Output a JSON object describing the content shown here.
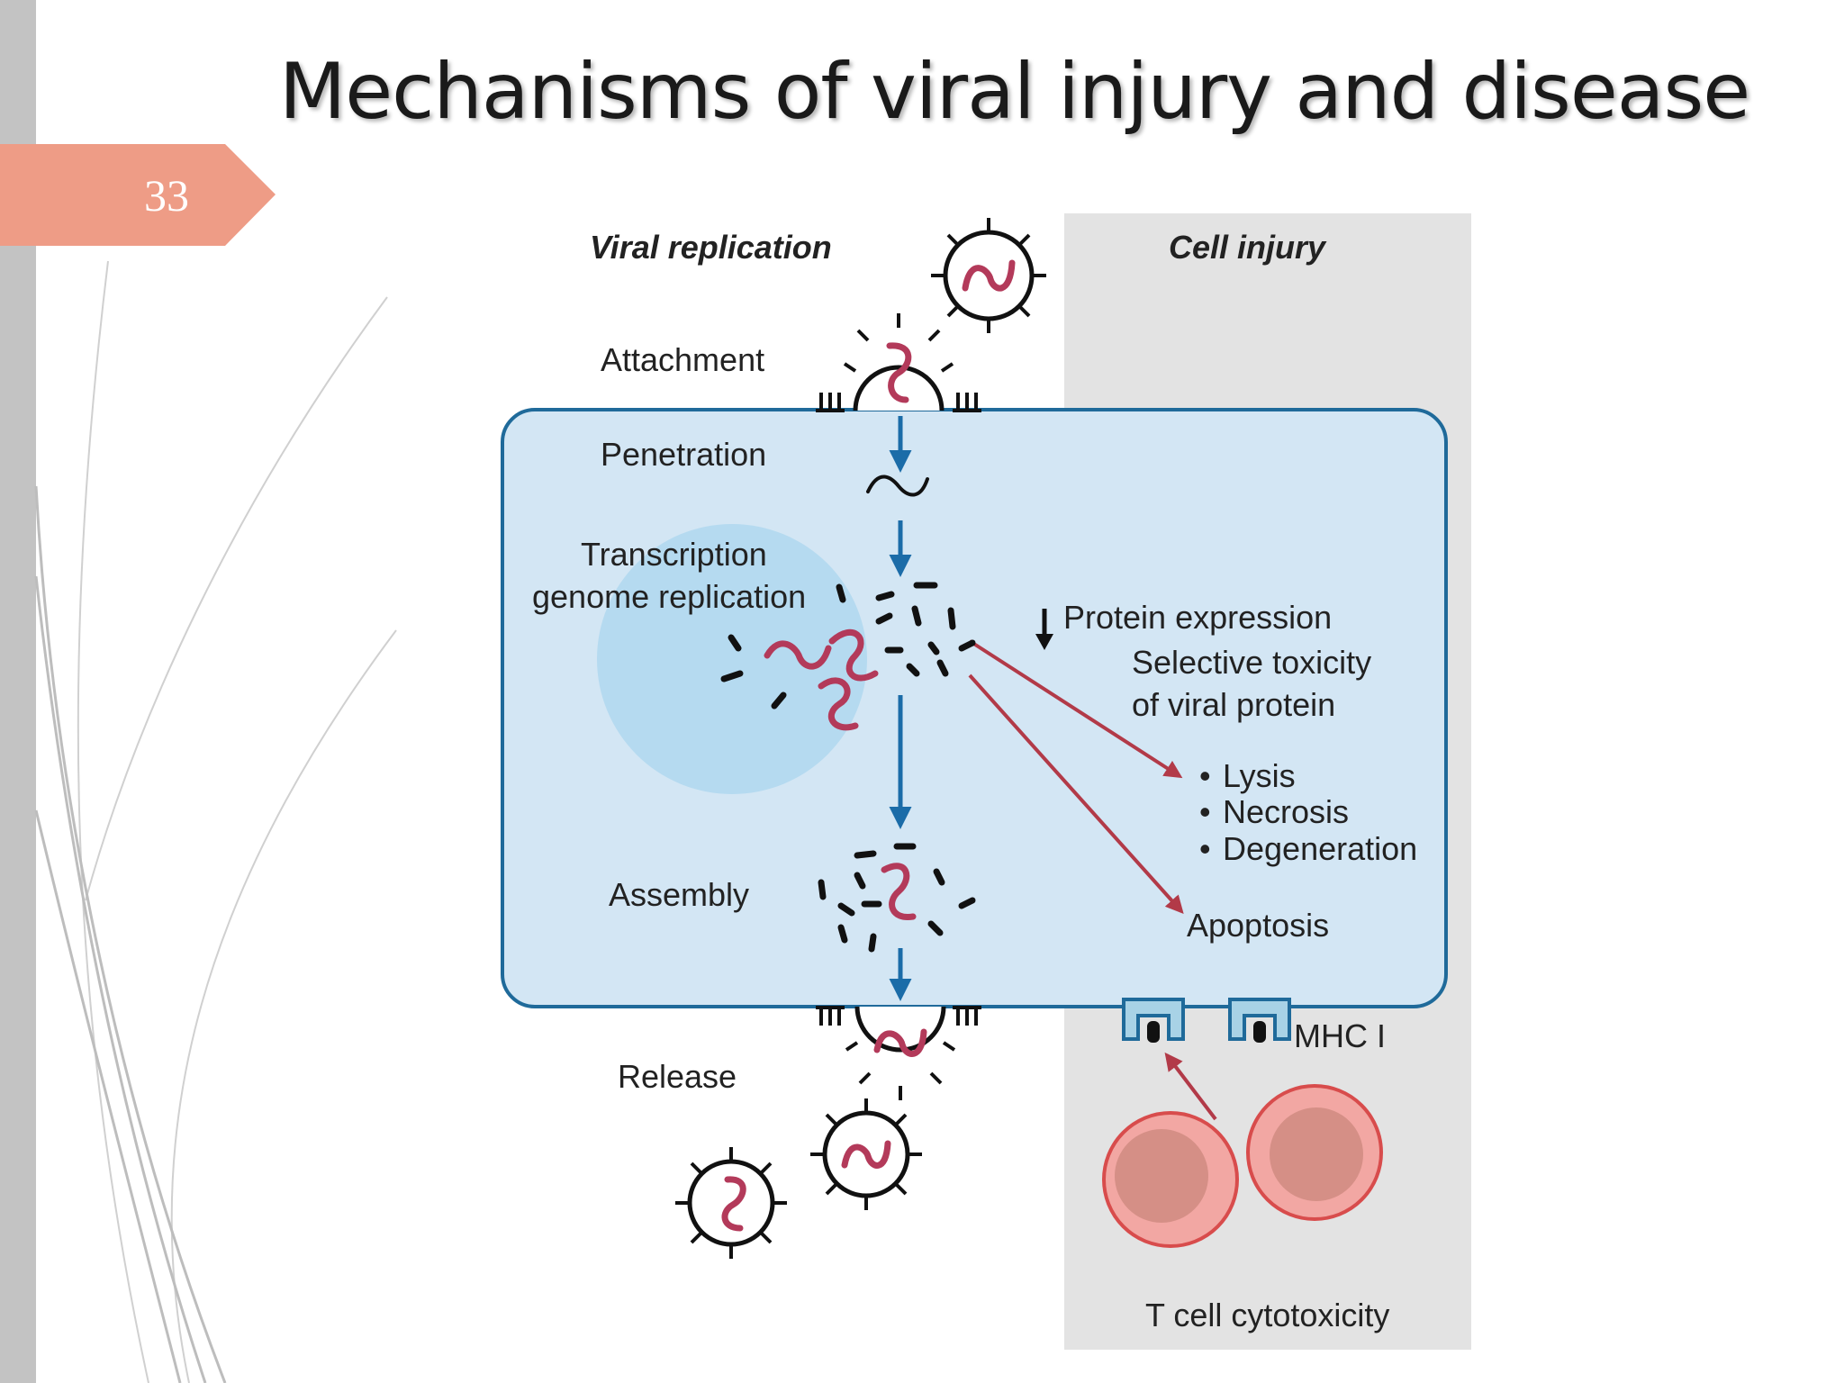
{
  "slide": {
    "title": "Mechanisms of viral injury and disease",
    "page_number": "33"
  },
  "diagram": {
    "viral_replication": {
      "header": "Viral replication",
      "stages": {
        "attachment": "Attachment",
        "penetration": "Penetration",
        "transcription_line1": "Transcription",
        "transcription_line2": "genome replication",
        "assembly": "Assembly",
        "release": "Release"
      }
    },
    "cell_injury": {
      "header": "Cell injury",
      "protein_expression": "Protein expression",
      "toxicity_line1": "Selective toxicity",
      "toxicity_line2": "of viral protein",
      "outcomes": [
        "Lysis",
        "Necrosis",
        "Degeneration"
      ],
      "bullet": "•",
      "apoptosis": "Apoptosis",
      "mhc_label": "MHC I",
      "t_cell_label": "T cell cytotoxicity"
    },
    "colors": {
      "cell_fill": "#d3e6f4",
      "cell_border": "#1f6a9a",
      "nucleus_fill": "#b5daf0",
      "injury_panel": "#e3e3e3",
      "flow_arrow": "#1b6ca8",
      "injury_arrow": "#b23a48",
      "viral_rna": "#b33a5a",
      "t_cell_outer": "#f2a7a3",
      "t_cell_inner": "#d58f86",
      "accent_tag": "#ee9c86"
    }
  }
}
